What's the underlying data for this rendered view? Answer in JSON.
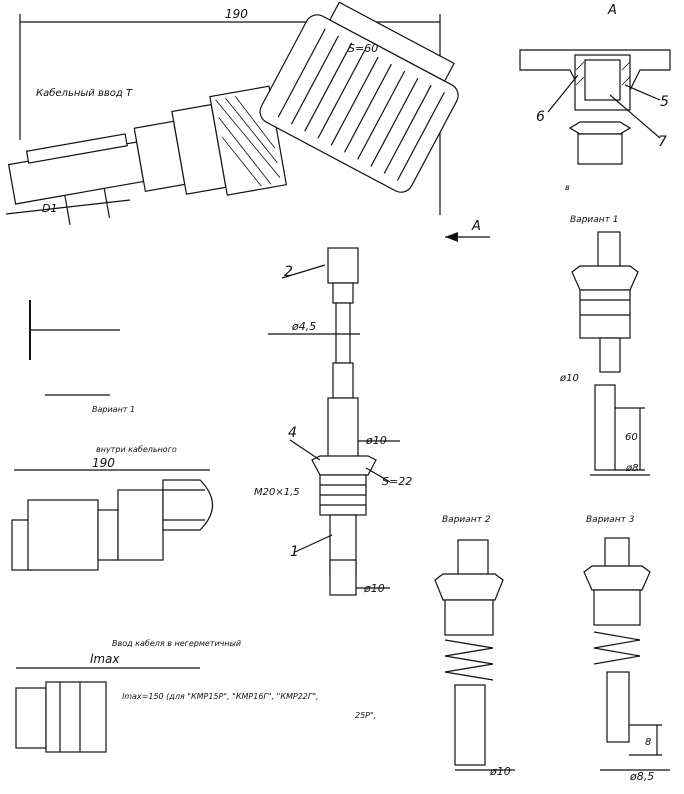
{
  "view_label": "А",
  "arrow_label": "А",
  "section_label": "в",
  "top_width": "190",
  "wrench_top": "S=60",
  "top_cable_note": "Кабельный ввод Т",
  "d1_label": "D1",
  "callouts": [
    "2",
    "4",
    "1",
    "6",
    "5",
    "7"
  ],
  "center": {
    "dia_45": "ø4,5",
    "dia_10_a": "ø10",
    "thread": "М20×1,5",
    "wrench": "S=22",
    "dia_10_b": "ø10"
  },
  "variant_1": {
    "title": "Вариант 1",
    "dia": "ø10",
    "len": "60",
    "dia2": "ø8"
  },
  "variant_2": {
    "title": "Вариант 2",
    "dia": "ø10"
  },
  "variant_3": {
    "title": "Вариант 3",
    "len": "8",
    "dia": "ø8,5"
  },
  "left_mid": {
    "note": "Вариант 1",
    "width": "190",
    "text2": "внутри кабельного"
  },
  "bottom": {
    "note": "Ввод кабеля в негерметичный",
    "lmax": "lmax",
    "line1": "lmax=150 (для \"КМР15Р\", \"КМР16Г\", \"КМР22Г\",",
    "line2": "25Р\","
  }
}
